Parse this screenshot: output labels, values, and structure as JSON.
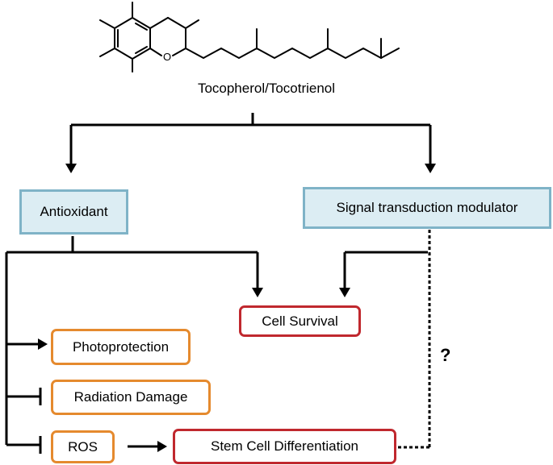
{
  "molecule": {
    "name": "Tocopherol/Tocotrienol",
    "ring_oxygen_label": "O"
  },
  "nodes": {
    "antioxidant": "Antioxidant",
    "signal_modulator": "Signal transduction modulator",
    "cell_survival": "Cell Survival",
    "photoprotection": "Photoprotection",
    "radiation_damage": "Radiation Damage",
    "ros": "ROS",
    "stem_cell": "Stem Cell Differentiation"
  },
  "uncertain_link_label": "?",
  "edges": [
    {
      "from": "molecule",
      "to": "antioxidant",
      "type": "arrow"
    },
    {
      "from": "molecule",
      "to": "signal_modulator",
      "type": "arrow"
    },
    {
      "from": "antioxidant",
      "to": "cell_survival",
      "type": "arrow"
    },
    {
      "from": "signal_modulator",
      "to": "cell_survival",
      "type": "arrow"
    },
    {
      "from": "antioxidant",
      "to": "photoprotection",
      "type": "arrow"
    },
    {
      "from": "antioxidant",
      "to": "radiation_damage",
      "type": "inhibit"
    },
    {
      "from": "antioxidant",
      "to": "ros",
      "type": "inhibit"
    },
    {
      "from": "ros",
      "to": "stem_cell",
      "type": "arrow"
    },
    {
      "from": "signal_modulator",
      "to": "stem_cell",
      "type": "dotted"
    }
  ],
  "colors": {
    "blue_fill": "#dcedf3",
    "blue_border": "#7fb3c7",
    "orange_border": "#e58a2e",
    "red_border": "#c0282e"
  }
}
